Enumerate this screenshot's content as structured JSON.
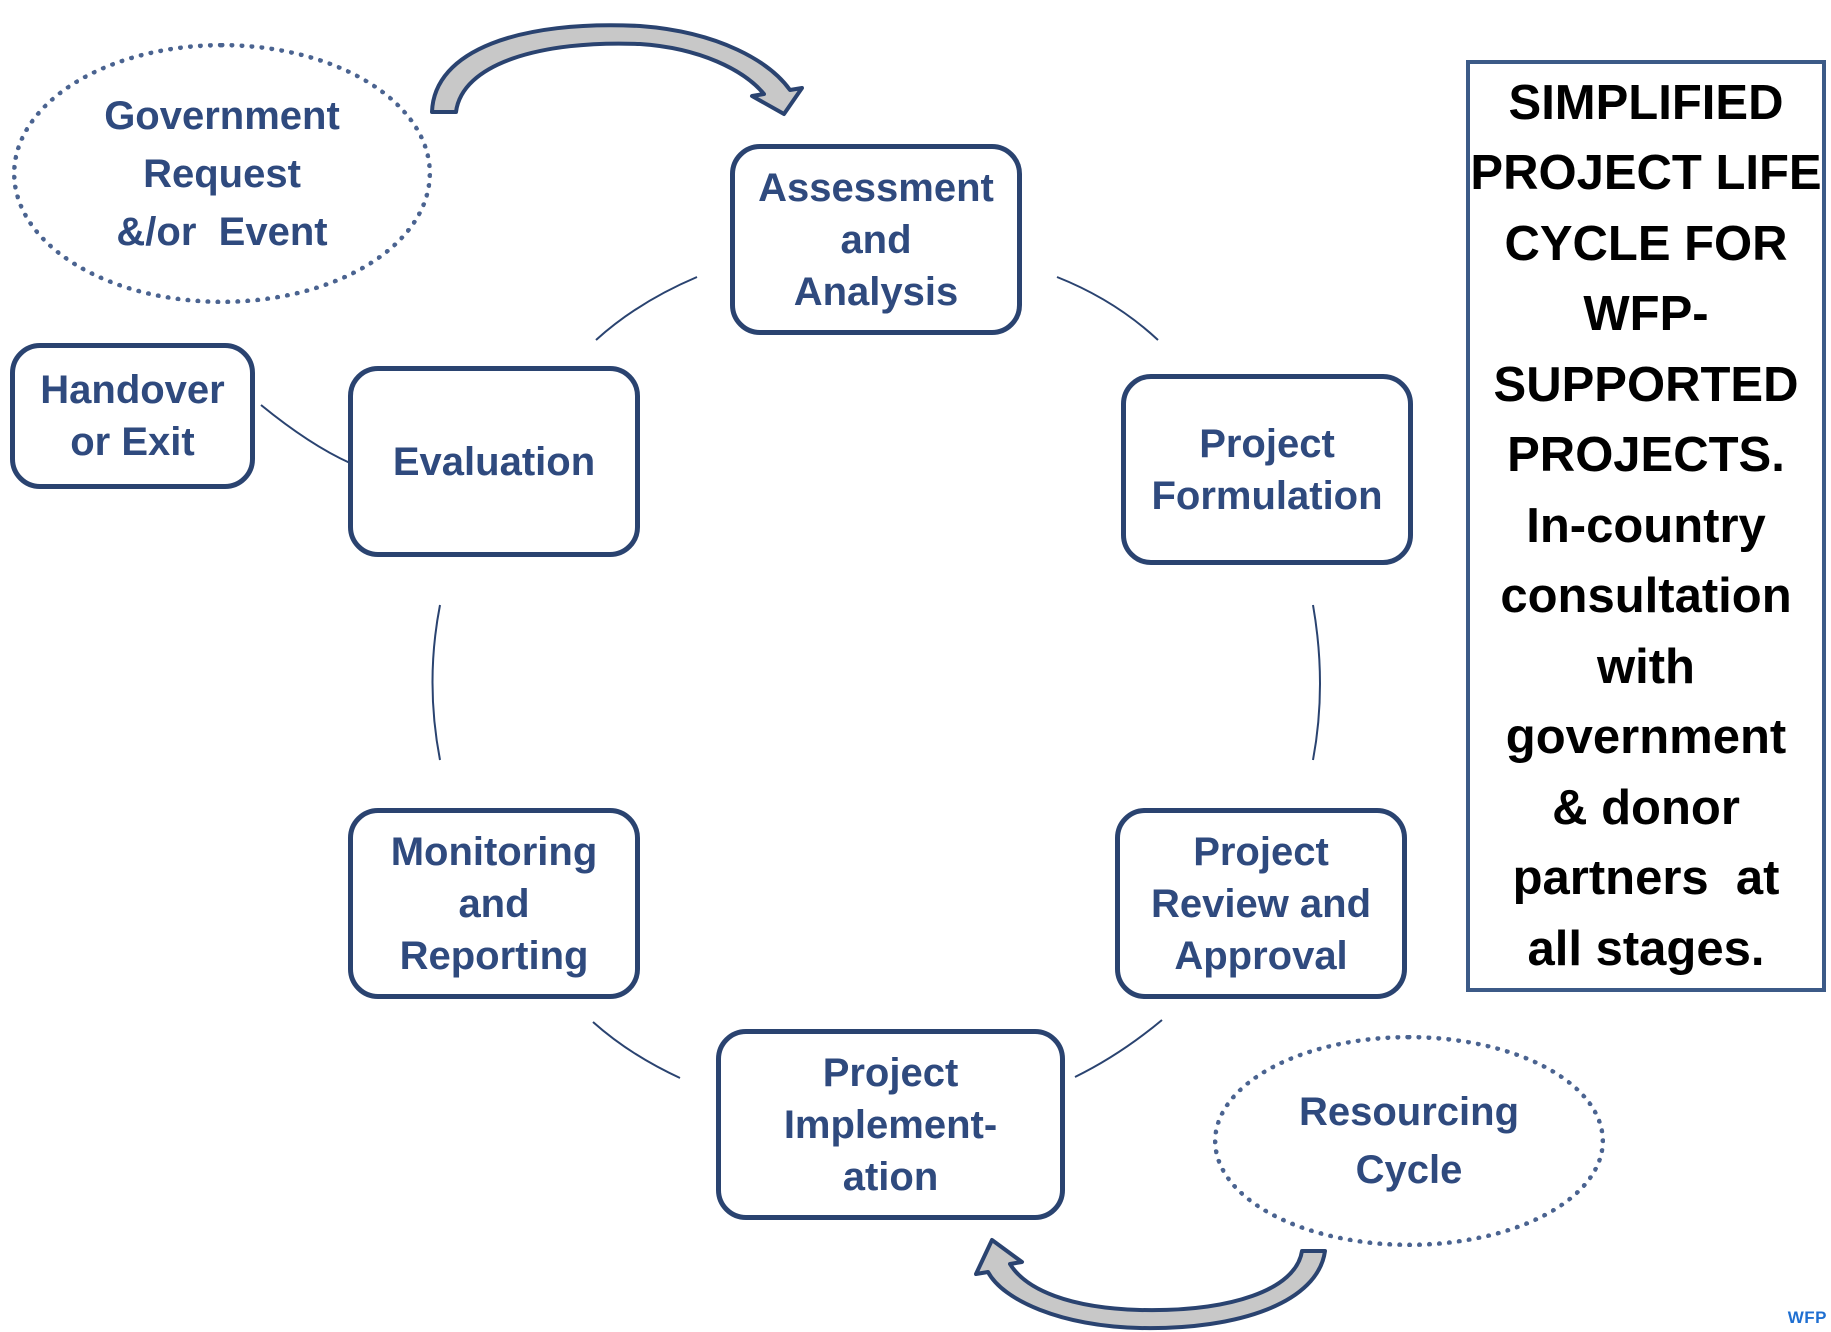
{
  "stages": {
    "assessment": [
      "Assessment",
      "and",
      "Analysis"
    ],
    "formulation": [
      "Project",
      "Formulation"
    ],
    "review": [
      "Project",
      "Review and",
      "Approval"
    ],
    "implementation": [
      "Project",
      "Implement-",
      "ation"
    ],
    "monitoring": [
      "Monitoring",
      "and",
      "Reporting"
    ],
    "evaluation": [
      "Evaluation"
    ],
    "handover": [
      "Handover",
      "or Exit"
    ]
  },
  "bubbles": {
    "government_request": [
      "Government",
      "Request",
      "&/or  Event"
    ],
    "resourcing_cycle": [
      "Resourcing",
      "Cycle"
    ]
  },
  "title_box": {
    "lines": [
      "SIMPLIFIED",
      "PROJECT LIFE",
      "CYCLE FOR",
      "WFP-",
      "SUPPORTED",
      "PROJECTS.",
      "In-country",
      "consultation",
      "with",
      "government",
      "& donor",
      "partners  at",
      "all stages."
    ]
  },
  "footer": {
    "mark": "WFP"
  },
  "colors": {
    "stage_border": "#2a4370",
    "stage_text": "#2f4a7e",
    "connector": "#2a4370",
    "arrow_fill": "#c8c8c8",
    "title_border": "#3c5a87",
    "footer_text": "#1f6fd1"
  }
}
